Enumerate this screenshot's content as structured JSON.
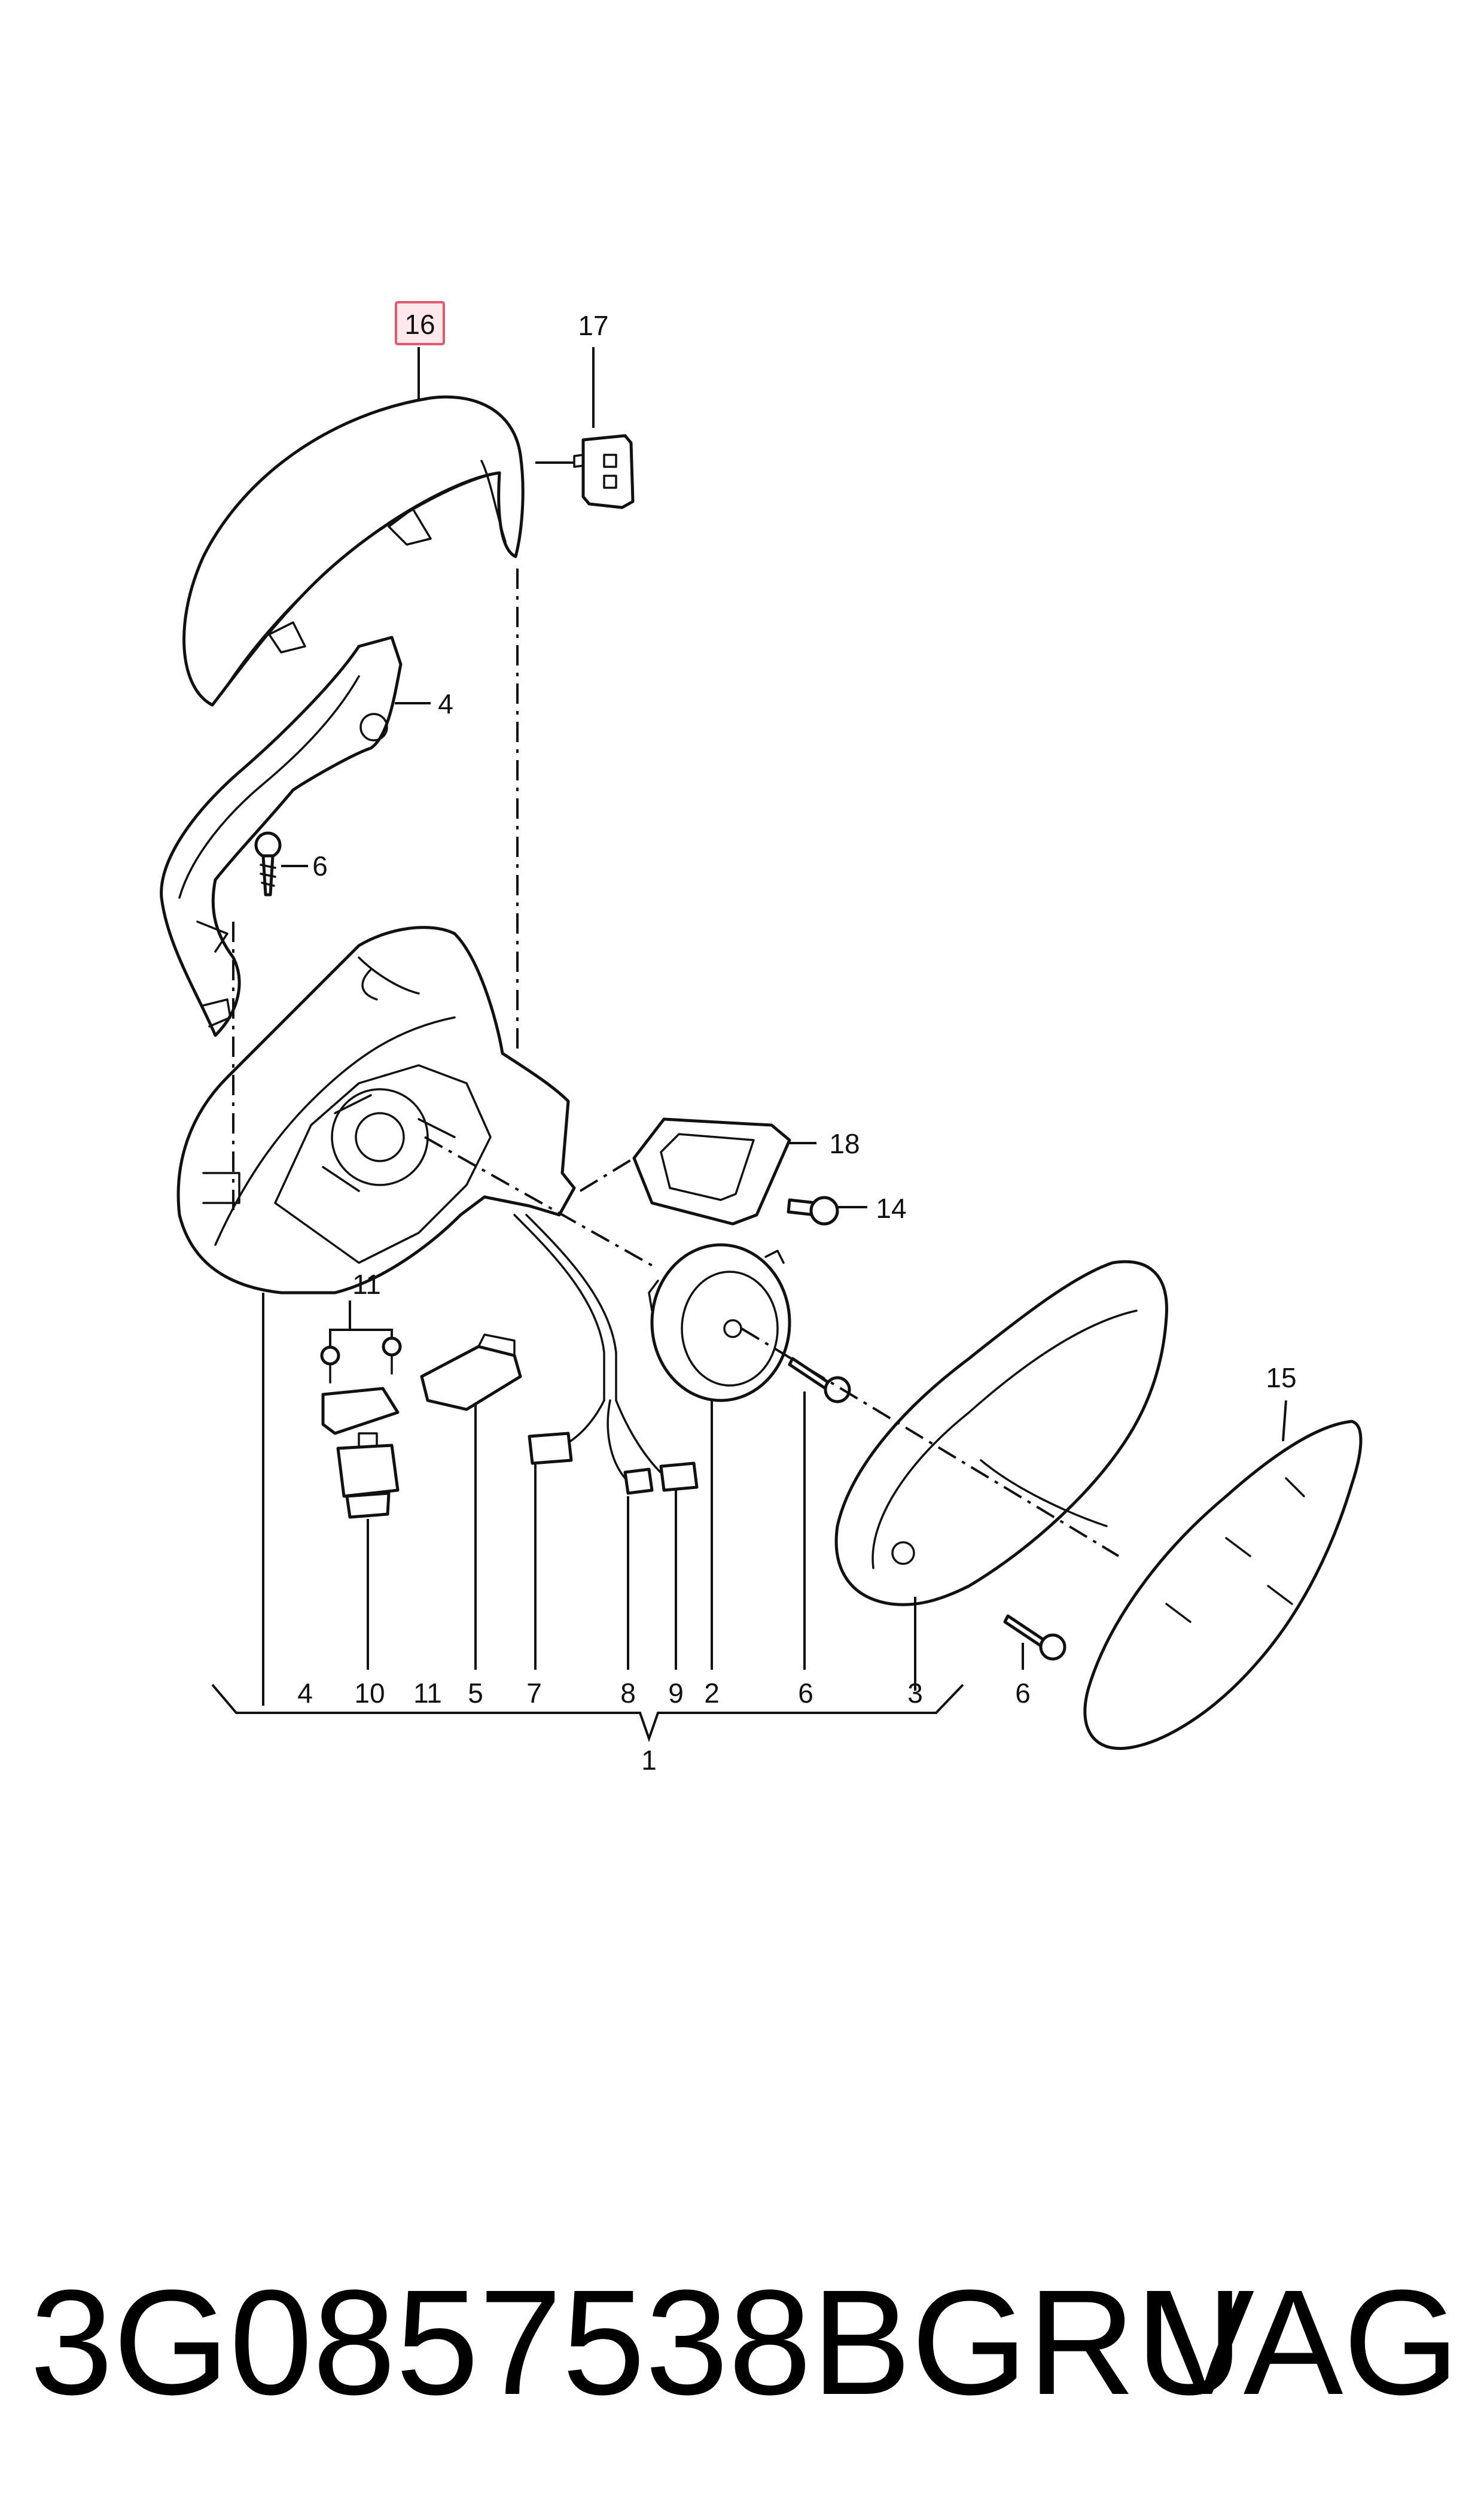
{
  "diagram": {
    "callouts": {
      "c16": "16",
      "c17": "17",
      "c4_top": "4",
      "c6_top": "6",
      "c18": "18",
      "c14": "14",
      "c15": "15",
      "c11_top": "11",
      "row_4": "4",
      "row_10": "10",
      "row_11": "11",
      "row_5": "5",
      "row_7": "7",
      "row_8": "8",
      "row_9": "9",
      "row_2": "2",
      "row_6": "6",
      "row_3": "3",
      "c6_right": "6",
      "c1": "1"
    },
    "highlighted_part": "16",
    "highlight_color": "#e05a6e"
  },
  "footer": {
    "part_number": "3G0857538BGRU",
    "brand": "VAG"
  }
}
